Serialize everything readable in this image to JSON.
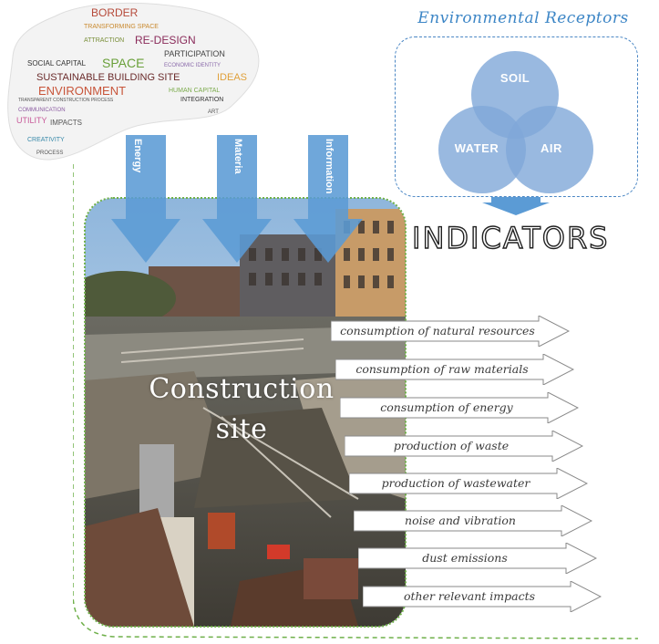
{
  "word_cloud": {
    "words": [
      {
        "text": "BORDER",
        "color": "#b64a3a",
        "size": 12
      },
      {
        "text": "TRANSFORMING SPACE",
        "color": "#c9892e",
        "size": 7
      },
      {
        "text": "ATTRACTION",
        "color": "#7a8f3a",
        "size": 7
      },
      {
        "text": "RE-DESIGN",
        "color": "#8a2b5a",
        "size": 12
      },
      {
        "text": "PARTICIPATION",
        "color": "#444444",
        "size": 9
      },
      {
        "text": "SOCIAL CAPITAL",
        "color": "#333333",
        "size": 8
      },
      {
        "text": "SPACE",
        "color": "#6aa03a",
        "size": 14
      },
      {
        "text": "ECONOMIC IDENTITY",
        "color": "#8a6aaa",
        "size": 6
      },
      {
        "text": "SUSTAINABLE BUILDING SITE",
        "color": "#6a2a2a",
        "size": 11
      },
      {
        "text": "IDEAS",
        "color": "#e0a03a",
        "size": 11
      },
      {
        "text": "ENVIRONMENT",
        "color": "#c8553a",
        "size": 13
      },
      {
        "text": "HUMAN CAPITAL",
        "color": "#7aaa4a",
        "size": 7
      },
      {
        "text": "INTEGRATION",
        "color": "#333333",
        "size": 7
      },
      {
        "text": "TRANSPARENT CONSTRUCTION PROCESS",
        "color": "#555555",
        "size": 5
      },
      {
        "text": "COMMUNICATION",
        "color": "#8a5aa0",
        "size": 6
      },
      {
        "text": "UTILITY",
        "color": "#c85a9a",
        "size": 9
      },
      {
        "text": "IMPACTS",
        "color": "#555555",
        "size": 8
      },
      {
        "text": "CREATIVITY",
        "color": "#3a8aaa",
        "size": 7
      },
      {
        "text": "PROCESS",
        "color": "#555555",
        "size": 6
      },
      {
        "text": "ART",
        "color": "#555555",
        "size": 6
      }
    ]
  },
  "receptors": {
    "title": "Environmental Receptors",
    "circles": [
      {
        "label": "SOIL"
      },
      {
        "label": "WATER"
      },
      {
        "label": "AIR"
      }
    ]
  },
  "indicators_title": "INDICATORS",
  "flows": [
    {
      "label": "Energy"
    },
    {
      "label": "Materia"
    },
    {
      "label": "Information"
    }
  ],
  "site_label_line1": "Construction",
  "site_label_line2": "site",
  "indicator_items": [
    "consumption of natural resources",
    "consumption of raw materials",
    "consumption of energy",
    "production of waste",
    "production of wastewater",
    "noise and vibration",
    "dust emissions",
    "other relevant impacts"
  ],
  "colors": {
    "accent_blue": "#5b9bd5",
    "receptor_circle": "#7fa8d8",
    "dashed_green": "#6fb04a"
  }
}
